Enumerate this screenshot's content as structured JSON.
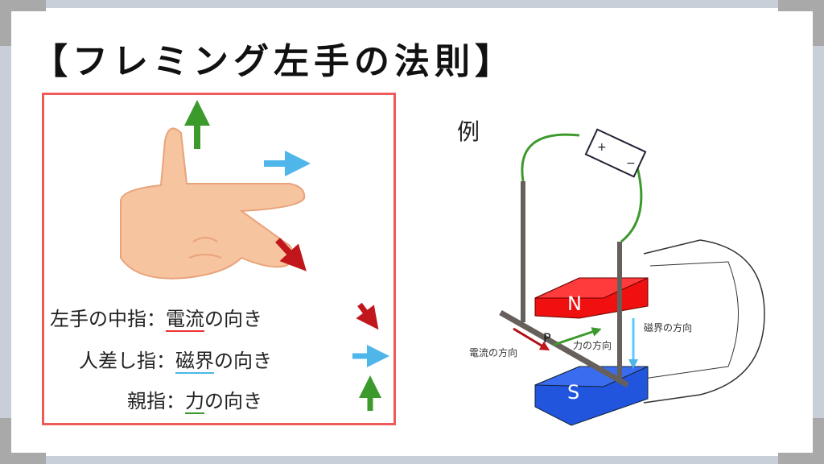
{
  "title": "【フレミング左手の法則】",
  "legend": [
    {
      "finger": "左手の中指：",
      "quantity": "電流",
      "suffix": "の向き",
      "arrow": "red"
    },
    {
      "finger": "人差し指：",
      "quantity": "磁界",
      "suffix": "の向き",
      "arrow": "blue"
    },
    {
      "finger": "親指：",
      "quantity": "力",
      "suffix": "の向き",
      "arrow": "green"
    }
  ],
  "example_label": "例",
  "diagram": {
    "north": "N",
    "south": "S",
    "point": "P",
    "current_label": "電流の方向",
    "force_label": "力の方向",
    "field_label": "磁界の方向",
    "battery_plus": "+",
    "battery_minus": "−"
  },
  "colors": {
    "red": "#c0161c",
    "blue": "#4fb6ea",
    "green": "#3c9a2c",
    "border": "#ee5a5a"
  }
}
